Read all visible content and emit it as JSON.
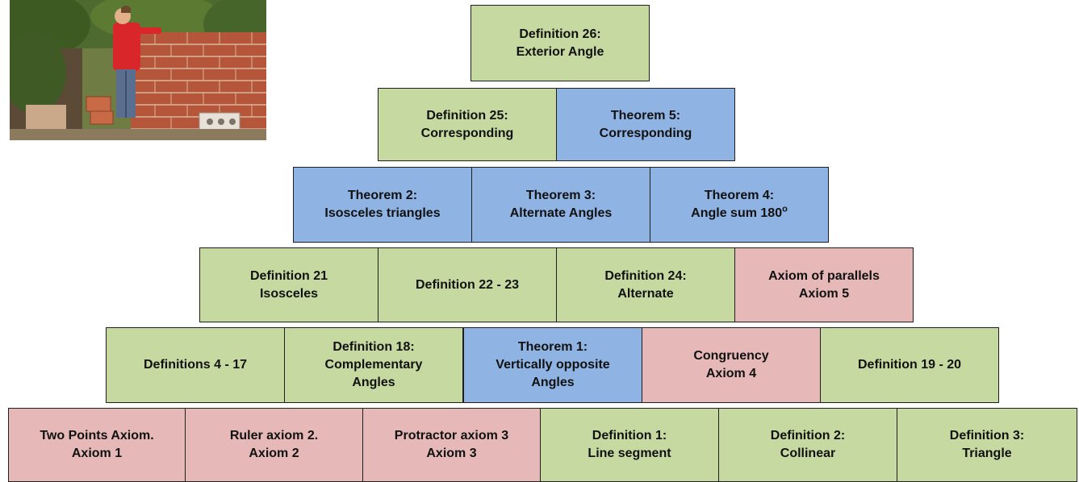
{
  "colors": {
    "definition": "#c6d9a0",
    "theorem": "#8fb4e3",
    "axiom": "#e6b9b8"
  },
  "photo": {
    "description_icon": "man-building-brick-wall-photo"
  },
  "pyramid": {
    "row1": [
      {
        "kind": "definition",
        "lines": [
          "Definition 26:",
          "Exterior Angle"
        ]
      }
    ],
    "row2": [
      {
        "kind": "definition",
        "lines": [
          "Definition 25:",
          "Corresponding"
        ]
      },
      {
        "kind": "theorem",
        "lines": [
          "Theorem 5:",
          "Corresponding"
        ]
      }
    ],
    "row3": [
      {
        "kind": "theorem",
        "lines": [
          "Theorem 2:",
          "Isosceles triangles"
        ]
      },
      {
        "kind": "theorem",
        "lines": [
          "Theorem 3:",
          "Alternate Angles"
        ]
      },
      {
        "kind": "theorem",
        "lines": [
          "Theorem 4:",
          "Angle sum 180"
        ],
        "sup": "o"
      }
    ],
    "row4": [
      {
        "kind": "definition",
        "lines": [
          "Definition 21",
          "Isosceles"
        ]
      },
      {
        "kind": "definition",
        "lines": [
          "Definition 22 - 23"
        ]
      },
      {
        "kind": "definition",
        "lines": [
          "Definition 24:",
          "Alternate"
        ]
      },
      {
        "kind": "axiom",
        "lines": [
          "Axiom of parallels",
          "Axiom 5"
        ]
      }
    ],
    "row5": [
      {
        "kind": "definition",
        "lines": [
          "Definitions 4 - 17"
        ]
      },
      {
        "kind": "definition",
        "lines": [
          "Definition 18:",
          "Complementary",
          "Angles"
        ]
      },
      {
        "kind": "theorem",
        "lines": [
          "Theorem 1:",
          "Vertically opposite",
          "Angles"
        ]
      },
      {
        "kind": "axiom",
        "lines": [
          "Congruency",
          "Axiom 4"
        ]
      },
      {
        "kind": "definition",
        "lines": [
          "Definition 19 - 20"
        ]
      }
    ],
    "row6": [
      {
        "kind": "axiom",
        "lines": [
          "Two Points Axiom.",
          "Axiom 1"
        ]
      },
      {
        "kind": "axiom",
        "lines": [
          "Ruler axiom 2.",
          "Axiom 2"
        ]
      },
      {
        "kind": "axiom",
        "lines": [
          "Protractor axiom 3",
          "Axiom 3"
        ]
      },
      {
        "kind": "definition",
        "lines": [
          "Definition 1:",
          "Line segment"
        ]
      },
      {
        "kind": "definition",
        "lines": [
          "Definition 2:",
          "Collinear"
        ]
      },
      {
        "kind": "definition",
        "lines": [
          "Definition 3:",
          "Triangle"
        ]
      }
    ]
  }
}
